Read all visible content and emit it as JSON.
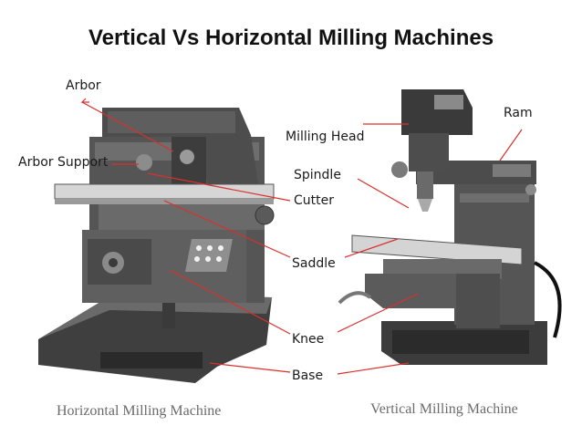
{
  "title": "Vertical Vs Horizontal Milling Machines",
  "labels": {
    "arbor": "Arbor",
    "arbor_support": "Arbor Support",
    "milling_head": "Milling Head",
    "ram": "Ram",
    "spindle": "Spindle",
    "cutter": "Cutter",
    "saddle": "Saddle",
    "knee": "Knee",
    "base": "Base"
  },
  "captions": {
    "horizontal": "Horizontal Milling Machine",
    "vertical": "Vertical Milling Machine"
  },
  "colors": {
    "leader_line": "#d9302c",
    "machine_dark": "#4a4a4a",
    "machine_mid": "#7a7a7a",
    "machine_light": "#c9c9c9"
  }
}
